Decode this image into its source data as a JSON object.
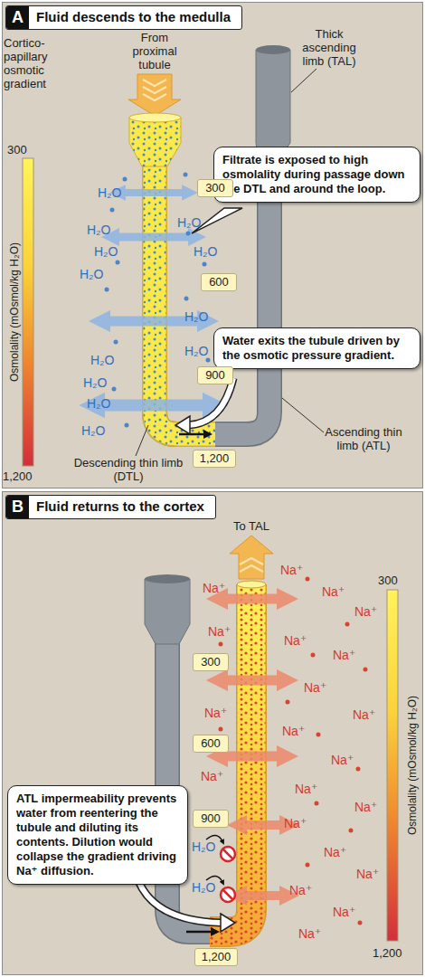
{
  "diagram": {
    "nodes": [
      {
        "text": [
          "A",
          "Fluid descends to the medulla"
        ]
      },
      {
        "text": [
          "Filtrate is exposed to high osmolality during passage down the DTL and around the loop."
        ],
        "in": 0
      },
      {
        "text": [
          "Water exits the tubule driven by the osmotic pressure gradient."
        ],
        "in": 0
      },
      {
        "text": [
          "300"
        ],
        "in": 0
      },
      {
        "text": [
          "600"
        ],
        "in": 0
      },
      {
        "text": [
          "900"
        ],
        "in": 0
      },
      {
        "text": [
          "1,200"
        ],
        "in": 0
      },
      {
        "text": [
          "B",
          "Fluid returns to the cortex"
        ]
      },
      {
        "text": [
          "ATL impermeability prevents water from reentering the tubule and diluting its contents. Dilution would collapse the gradient driving Na⁺ diffusion."
        ],
        "in": 7
      },
      {
        "text": [
          "300"
        ],
        "in": 7
      },
      {
        "text": [
          "600"
        ],
        "in": 7
      },
      {
        "text": [
          "900"
        ],
        "in": 7
      },
      {
        "text": [
          "1,200"
        ],
        "in": 7
      }
    ],
    "labels": [
      "Cortico-papillary osmotic gradient",
      "300",
      "Osmolality (mOsmol/kg H₂O)",
      "1,200",
      "From proximal tubule",
      "Thick ascending limb (TAL)",
      "Descending thin limb (DTL)",
      "Ascending thin limb (ATL)",
      "H₂O",
      "H₂O",
      "H₂O",
      "H₂O",
      "H₂O",
      "H₂O",
      "H₂O",
      "H₂O",
      "H₂O",
      "H₂O",
      "H₂O",
      "H₂O",
      "To TAL",
      "300",
      "Osmolality (mOsmol/kg H₂O)",
      "1,200",
      "Na⁺",
      "Na⁺",
      "Na⁺",
      "Na⁺",
      "Na⁺",
      "Na⁺",
      "Na⁺",
      "Na⁺",
      "Na⁺",
      "Na⁺",
      "Na⁺",
      "Na⁺",
      "Na⁺",
      "Na⁺",
      "Na⁺",
      "Na⁺",
      "Na⁺",
      "Na⁺",
      "Na⁺",
      "Na⁺",
      "Na⁺",
      "H₂O",
      "H₂O"
    ]
  }
}
